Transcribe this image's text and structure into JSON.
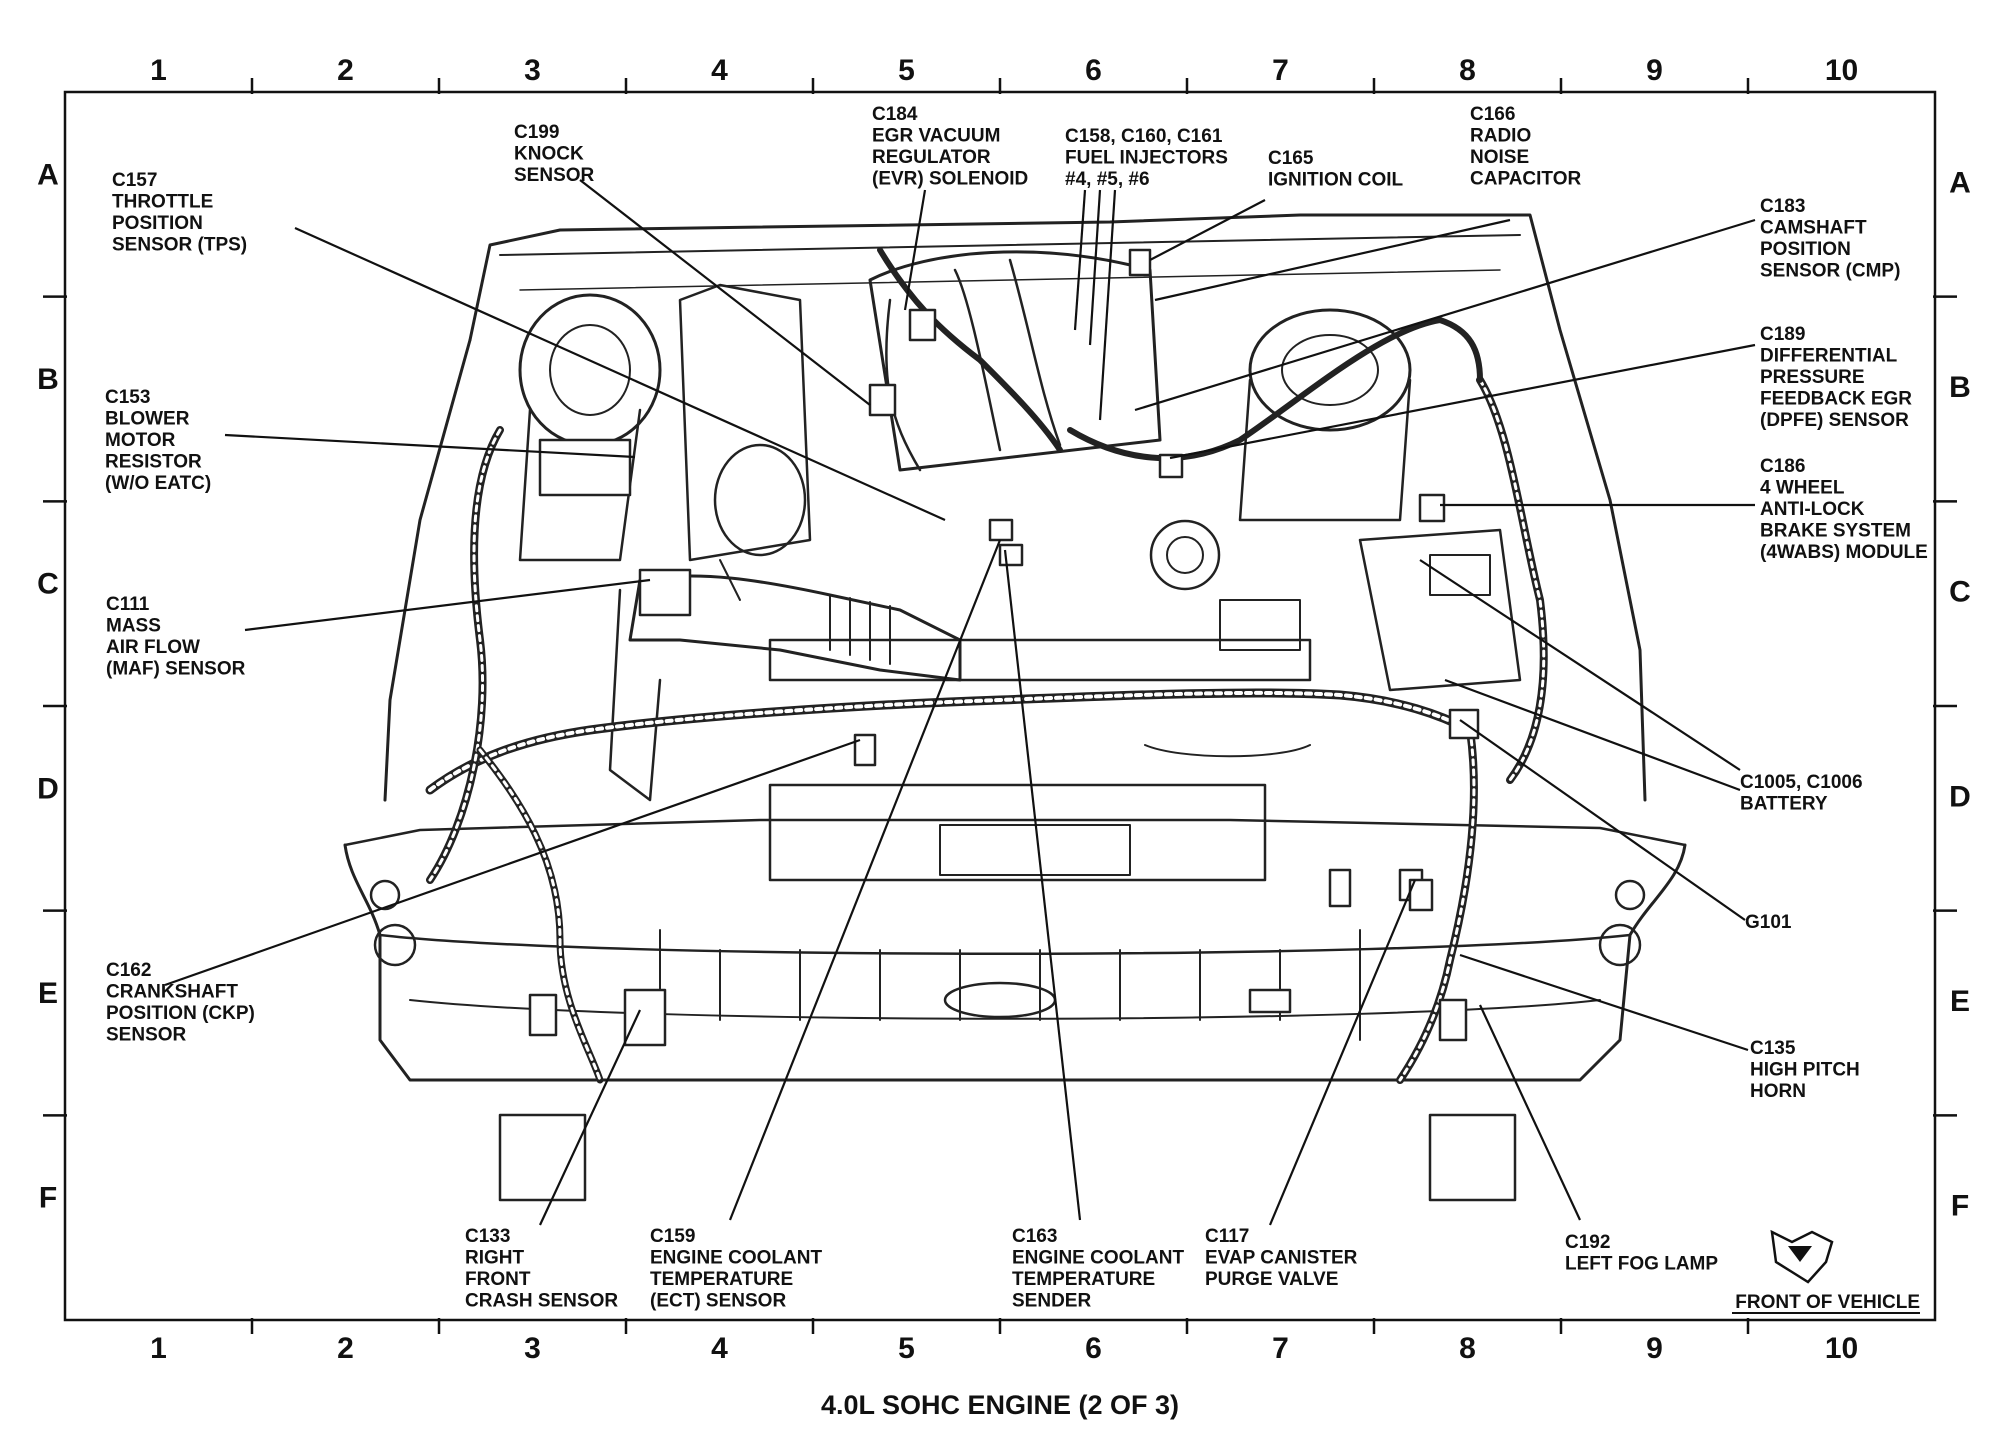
{
  "title": "4.0L SOHC ENGINE (2 OF 3)",
  "front_of_vehicle": "FRONT OF VEHICLE",
  "grid": {
    "columns": [
      "1",
      "2",
      "3",
      "4",
      "5",
      "6",
      "7",
      "8",
      "9",
      "10"
    ],
    "rows": [
      "A",
      "B",
      "C",
      "D",
      "E",
      "F"
    ]
  },
  "callouts": [
    {
      "id": "c157",
      "lines": [
        "C157",
        "THROTTLE",
        "POSITION",
        "SENSOR (TPS)"
      ]
    },
    {
      "id": "c199",
      "lines": [
        "C199",
        "KNOCK",
        "SENSOR"
      ]
    },
    {
      "id": "c184",
      "lines": [
        "C184",
        "EGR VACUUM",
        "REGULATOR",
        "(EVR) SOLENOID"
      ]
    },
    {
      "id": "c158",
      "lines": [
        "C158, C160, C161",
        "FUEL INJECTORS",
        "#4, #5, #6"
      ]
    },
    {
      "id": "c165",
      "lines": [
        "C165",
        "IGNITION COIL"
      ]
    },
    {
      "id": "c166",
      "lines": [
        "C166",
        "RADIO",
        "NOISE",
        "CAPACITOR"
      ]
    },
    {
      "id": "c183",
      "lines": [
        "C183",
        "CAMSHAFT",
        "POSITION",
        "SENSOR (CMP)"
      ]
    },
    {
      "id": "c189",
      "lines": [
        "C189",
        "DIFFERENTIAL",
        "PRESSURE",
        "FEEDBACK EGR",
        "(DPFE) SENSOR"
      ]
    },
    {
      "id": "c186",
      "lines": [
        "C186",
        "4 WHEEL",
        "ANTI-LOCK",
        "BRAKE SYSTEM",
        "(4WABS) MODULE"
      ]
    },
    {
      "id": "c153",
      "lines": [
        "C153",
        "BLOWER",
        "MOTOR",
        "RESISTOR",
        "(W/O EATC)"
      ]
    },
    {
      "id": "c111",
      "lines": [
        "C111",
        "MASS",
        "AIR FLOW",
        "(MAF) SENSOR"
      ]
    },
    {
      "id": "c1005",
      "lines": [
        "C1005, C1006",
        "BATTERY"
      ]
    },
    {
      "id": "g101",
      "lines": [
        "G101"
      ]
    },
    {
      "id": "c162",
      "lines": [
        "C162",
        "CRANKSHAFT",
        "POSITION (CKP)",
        "SENSOR"
      ]
    },
    {
      "id": "c135",
      "lines": [
        "C135",
        "HIGH PITCH",
        "HORN"
      ]
    },
    {
      "id": "c133",
      "lines": [
        "C133",
        "RIGHT",
        "FRONT",
        "CRASH SENSOR"
      ]
    },
    {
      "id": "c159",
      "lines": [
        "C159",
        "ENGINE COOLANT",
        "TEMPERATURE",
        "(ECT) SENSOR"
      ]
    },
    {
      "id": "c163",
      "lines": [
        "C163",
        "ENGINE COOLANT",
        "TEMPERATURE",
        "SENDER"
      ]
    },
    {
      "id": "c117",
      "lines": [
        "C117",
        "EVAP CANISTER",
        "PURGE VALVE"
      ]
    },
    {
      "id": "c192",
      "lines": [
        "C192",
        "LEFT FOG LAMP"
      ]
    }
  ]
}
